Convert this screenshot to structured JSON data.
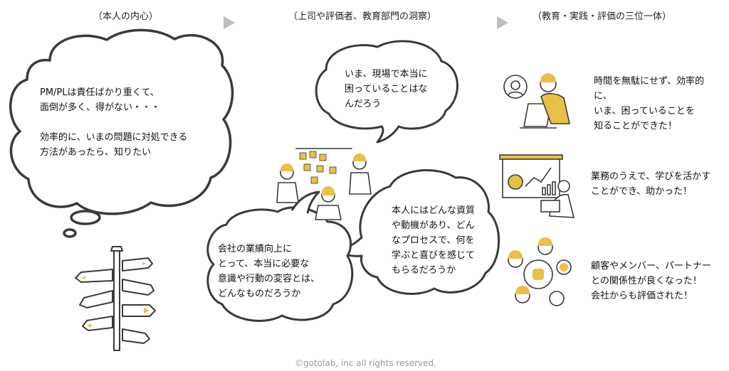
{
  "headers": {
    "left": "（本人の内心）",
    "middle": "（上司や評価者、教育部門の洞察）",
    "right": "（教育・実践・評価の三位一体）"
  },
  "left_bubble": {
    "lines": [
      "PM/PLは責任ばかり重くて、",
      "面倒が多く、得がない・・・",
      "",
      "効率的に、いまの問題に対処できる",
      "方法があったら、知りたい"
    ]
  },
  "mid_bubble_top": {
    "lines": [
      "いま、現場で本当に",
      "困っていることはな",
      "んだろう"
    ]
  },
  "mid_bubble_right": {
    "lines": [
      "本人にはどんな資質",
      "や動機があり、どん",
      "なプロセスで、何を",
      "学ぶと喜びを感じて",
      "もらるだろうか"
    ]
  },
  "mid_bubble_left": {
    "lines": [
      "会社の業績向上に",
      "とって、本当に必要な",
      "意識や行動の変容とは、",
      "どんなものだろうか"
    ]
  },
  "right_items": [
    {
      "lines": [
        "時間を無駄にせず、効率的",
        "に、",
        "いま、困っていることを",
        "知ることができた！"
      ]
    },
    {
      "lines": [
        "業務のうえで、学びを活かす",
        "ことができ、助かった！"
      ]
    },
    {
      "lines": [
        "顧客やメンバー、パートナー",
        "との関係性が良くなった！",
        "会社からも評価された！"
      ]
    }
  ],
  "footer": "©gotolab, inc  all rights reserved.",
  "colors": {
    "accent": "#e8c04a",
    "line": "#3a3a3a",
    "arrow": "#bdbdbd",
    "footer": "#9a9a9a"
  }
}
